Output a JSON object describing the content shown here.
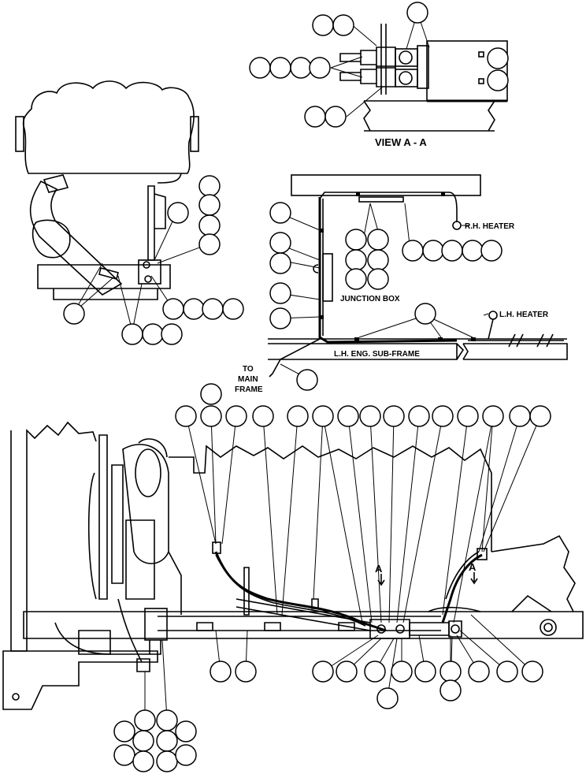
{
  "labels": {
    "view_a_a": "VIEW A - A",
    "rh_heater": "R.H. HEATER",
    "lh_heater": "L.H. HEATER",
    "junction_box": "JUNCTION BOX",
    "subframe": "L.H. ENG. SUB-FRAME",
    "to_main_frame_1": "TO",
    "to_main_frame_2": "MAIN",
    "to_main_frame_3": "FRAME",
    "section_arrow_left": "A",
    "section_arrow_right": "A"
  }
}
